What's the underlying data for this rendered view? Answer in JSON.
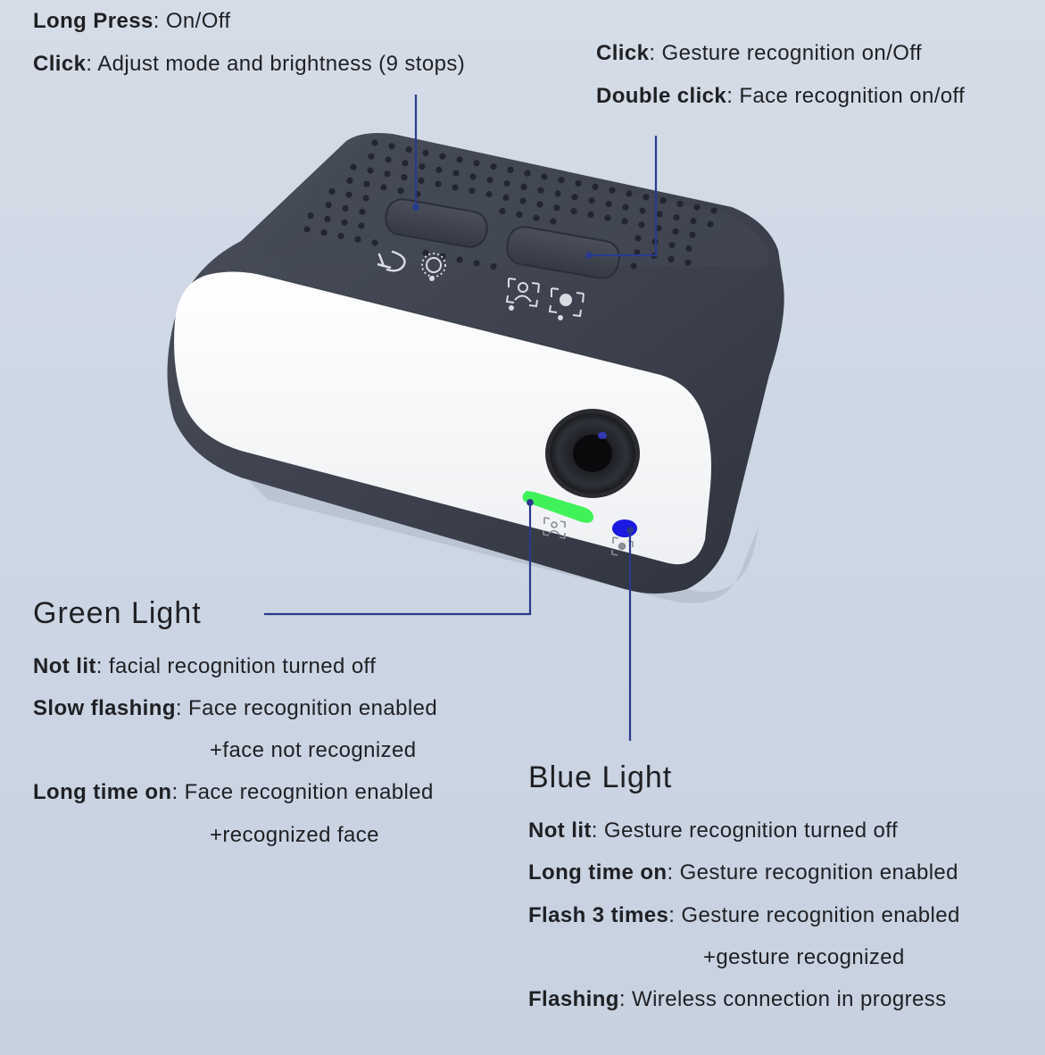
{
  "power_button": {
    "long_press": {
      "label": "Long Press",
      "value": "On/Off"
    },
    "click": {
      "label": "Click",
      "value": "Adjust mode and brightness (9 stops)"
    }
  },
  "recognition_button": {
    "click": {
      "label": "Click",
      "value": "Gesture recognition on/Off"
    },
    "double_click": {
      "label": "Double click",
      "value": "Face recognition on/off"
    }
  },
  "green_light": {
    "title": "Green Light",
    "not_lit": {
      "label": "Not lit",
      "value": "facial recognition turned off"
    },
    "slow_flashing": {
      "label": "Slow flashing",
      "value": "Face recognition enabled",
      "continuation": "+face not recognized"
    },
    "long_time_on": {
      "label": "Long time on",
      "value": "Face recognition enabled",
      "continuation": "+recognized face"
    }
  },
  "blue_light": {
    "title": "Blue Light",
    "not_lit": {
      "label": "Not lit",
      "value": "Gesture recognition turned off"
    },
    "long_time_on": {
      "label": "Long time on",
      "value": "Gesture recognition enabled"
    },
    "flash_3_times": {
      "label": "Flash 3 times",
      "value": "Gesture recognition enabled",
      "continuation": "+gesture recognized"
    },
    "flashing": {
      "label": "Flashing",
      "value": "Wireless connection in progress"
    }
  },
  "colors": {
    "background": "#ccd6e4",
    "device_body": "#3f4451",
    "front_panel": "#ffffff",
    "green_led": "#3ff25a",
    "blue_led": "#1a1ae0",
    "leader_line": "#2a3a8c"
  },
  "icons": [
    "power-icon",
    "brightness-icon",
    "face-recognition-icon",
    "gesture-recognition-icon",
    "camera-lens-icon"
  ]
}
